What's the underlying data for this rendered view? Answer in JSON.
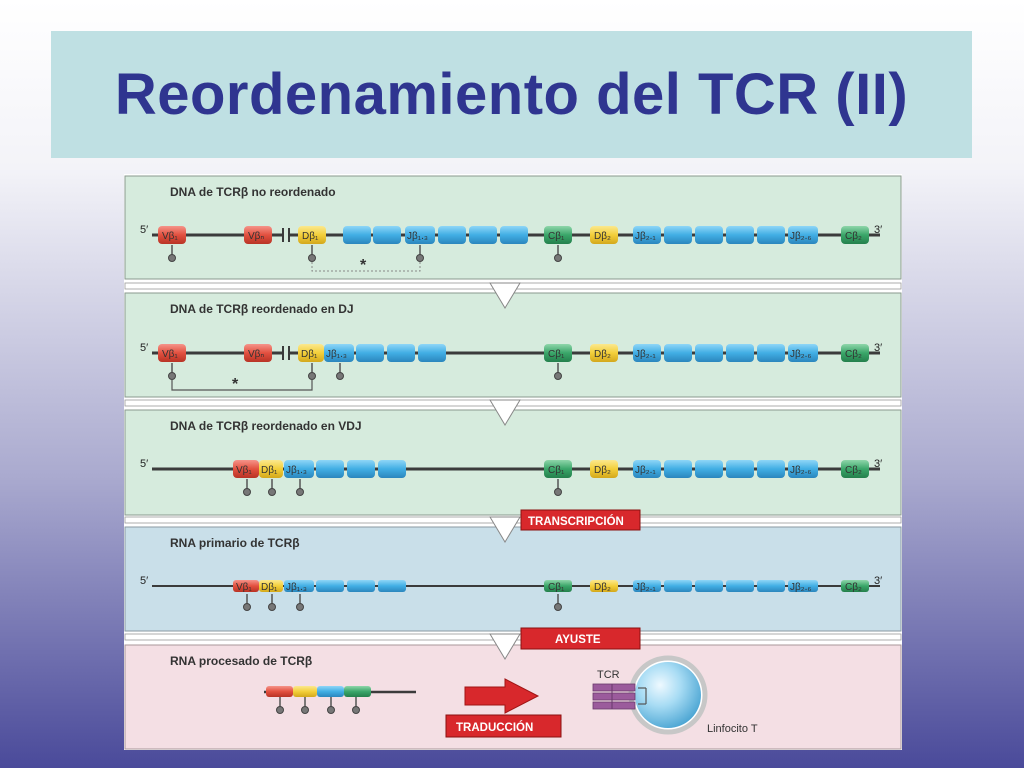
{
  "slide": {
    "title": "Reordenamiento del TCR (II)"
  },
  "panels": [
    {
      "title": "DNA de TCRβ no reordenado"
    },
    {
      "title": "DNA de TCRβ reordenado en DJ"
    },
    {
      "title": "DNA de TCRβ reordenado en VDJ"
    },
    {
      "title": "RNA primario de TCRβ"
    },
    {
      "title": "RNA procesado de TCRβ"
    }
  ],
  "strand": {
    "five_prime": "5′",
    "three_prime": "3′"
  },
  "segments": {
    "v1": "Vβ₁",
    "vn": "Vβₙ",
    "d1": "Dβ₁",
    "j13": "Jβ₁.₃",
    "c1": "Cβ₁",
    "d2": "Dβ₂",
    "j21": "Jβ₂.₁",
    "j26": "Jβ₂.₆",
    "c2": "Cβ₂"
  },
  "markers": {
    "asterisk": "*"
  },
  "steps": {
    "transcription": "TRANSCRIPCIÓN",
    "splicing": "AYUSTE",
    "translation": "TRADUCCIÓN"
  },
  "cell": {
    "receptor": "TCR",
    "name": "Linfocito T"
  },
  "colors": {
    "v": "#e2503f",
    "d": "#f3cf3a",
    "j": "#4ab3e6",
    "c": "#3aa669",
    "panel_green": "#d6ebdd",
    "panel_blue": "#c9dfe9",
    "panel_pink": "#f4dfe4",
    "banner_red": "#d8282c",
    "title_blue": "#2f3590"
  }
}
